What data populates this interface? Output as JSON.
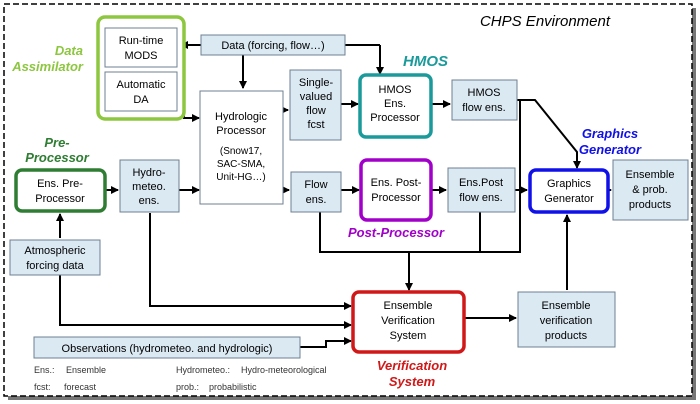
{
  "environment_label": "CHPS Environment",
  "group_labels": {
    "data_assimilator": [
      "Data",
      "Assimilator"
    ],
    "pre_processor": [
      "Pre-",
      "Processor"
    ],
    "hmos": "HMOS",
    "graphics_generator": [
      "Graphics",
      "Generator"
    ],
    "post_processor": "Post-Processor",
    "verification_system": [
      "Verification",
      "System"
    ]
  },
  "boxes": {
    "runtime_mods": [
      "Run-time",
      "MODS"
    ],
    "automatic_da": [
      "Automatic",
      "DA"
    ],
    "data_forcing": "Data (forcing, flow…)",
    "hydrologic_processor": [
      "Hydrologic",
      "Processor"
    ],
    "hydrologic_processor_models": [
      "(Snow17,",
      "SAC-SMA,",
      "Unit-HG…)"
    ],
    "single_valued": [
      "Single-",
      "valued",
      "flow",
      "fcst"
    ],
    "hmos_processor": [
      "HMOS",
      "Ens.",
      "Processor"
    ],
    "hmos_flow_ens": [
      "HMOS",
      "flow ens."
    ],
    "ens_pre_processor": [
      "Ens. Pre-",
      "Processor"
    ],
    "hydrometeo_ens": [
      "Hydro-",
      "meteo.",
      "ens."
    ],
    "flow_ens": [
      "Flow",
      "ens."
    ],
    "ens_post_processor": [
      "Ens. Post-",
      "Processor"
    ],
    "ens_post_flow_ens": [
      "Ens.Post",
      "flow ens."
    ],
    "graphics_generator": [
      "Graphics",
      "Generator"
    ],
    "ensemble_products": [
      "Ensemble",
      "& prob.",
      "products"
    ],
    "atmospheric_forcing": [
      "Atmospheric",
      "forcing data"
    ],
    "ensemble_verification_system": [
      "Ensemble",
      "Verification",
      "System"
    ],
    "ensemble_verification_products": [
      "Ensemble",
      "verification",
      "products"
    ],
    "observations": "Observations (hydrometeo. and hydrologic)"
  },
  "glossary": [
    {
      "abbr": "Ens.:",
      "meaning": "Ensemble"
    },
    {
      "abbr": "fcst:",
      "meaning": "forecast"
    },
    {
      "abbr": "Hydrometeo.:",
      "meaning": "Hydro-meteorological"
    },
    {
      "abbr": "prob.:",
      "meaning": "probabilistic"
    }
  ],
  "colors": {
    "green": "#8dc63f",
    "dark_green": "#2e7d32",
    "teal": "#1a9a9a",
    "blue": "#1010e8",
    "purple": "#a000c8",
    "red": "#d01818",
    "box_fill": "#dbe9f3",
    "line": "#000000"
  }
}
